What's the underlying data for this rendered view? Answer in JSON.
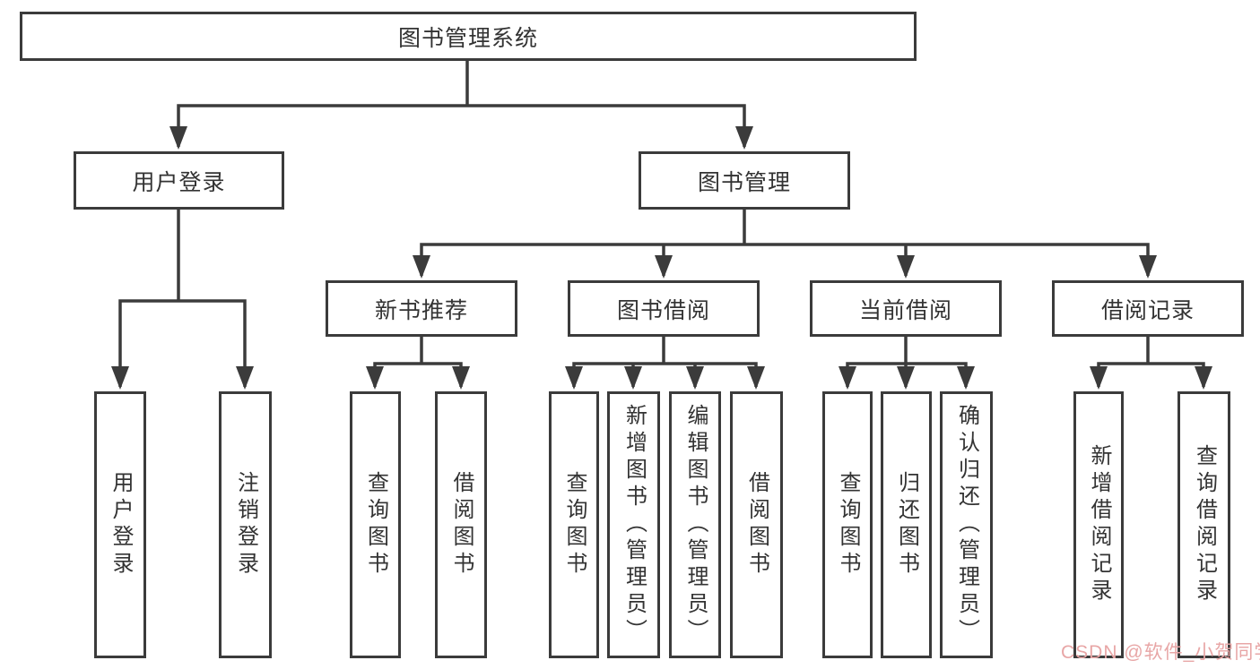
{
  "diagram": {
    "title": "图书管理系统",
    "line_color": "#3b3b3b",
    "border_color": "#3b3b3b",
    "text_color": "#333333",
    "level2": [
      "用户登录",
      "图书管理"
    ],
    "level3": [
      "新书推荐",
      "图书借阅",
      "当前借阅",
      "借阅记录"
    ],
    "leaves": {
      "user_login": [
        "用户登录",
        "注销登录"
      ],
      "new_book_recommend": [
        "查询图书",
        "借阅图书"
      ],
      "book_borrow": [
        "查询图书",
        "新增图书（管理员）",
        "编辑图书（管理员）",
        "借阅图书"
      ],
      "current_borrow": [
        "查询图书",
        "归还图书",
        "确认归还（管理员）"
      ],
      "borrow_record": [
        "新增借阅记录",
        "查询借阅记录"
      ]
    }
  },
  "watermark": {
    "text": "CSDN @软件_小贺同学",
    "color": "#e8a6a6"
  }
}
